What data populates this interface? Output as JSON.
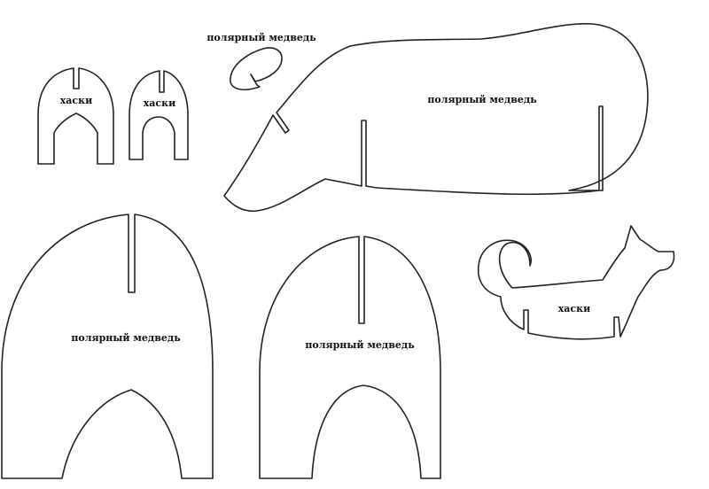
{
  "title": "Шаблон: полярный медведь и хаски",
  "pieces": {
    "husky_leg_front": {
      "label": "хаски"
    },
    "husky_leg_back": {
      "label": "хаски"
    },
    "bear_ear": {
      "label": "полярный медведь"
    },
    "bear_body": {
      "label": "полярный медведь"
    },
    "bear_leg_front": {
      "label": "полярный медведь"
    },
    "bear_leg_back": {
      "label": "полярный медведь"
    },
    "husky_body": {
      "label": "хаски"
    }
  },
  "colors": {
    "outline": "#222222",
    "background": "#ffffff"
  }
}
